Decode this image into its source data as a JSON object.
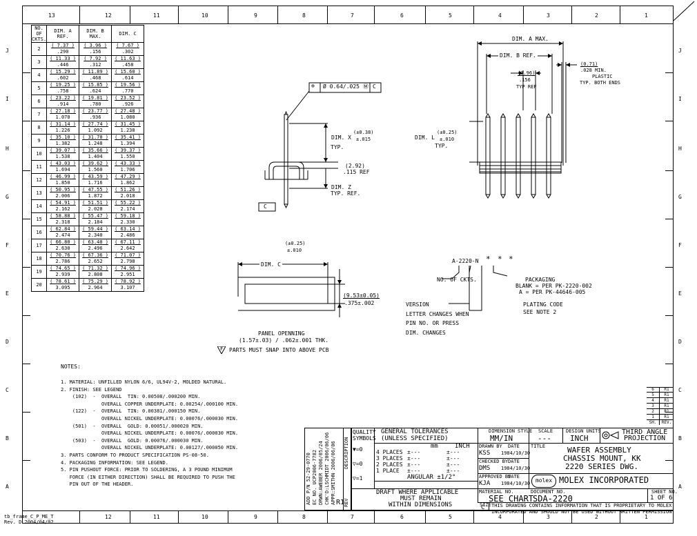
{
  "zones_top": [
    "13",
    "12",
    "11",
    "10",
    "9",
    "8",
    "7",
    "6",
    "5",
    "4",
    "3",
    "2",
    "1"
  ],
  "zones_bottom": [
    "12",
    "11",
    "10",
    "9",
    "8",
    "7",
    "6",
    "5",
    "4",
    "3",
    "2",
    "1"
  ],
  "zones_side": [
    "J",
    "I",
    "H",
    "G",
    "F",
    "E",
    "D",
    "C",
    "B",
    "A"
  ],
  "frame_id": [
    "tb_frame_C_P_ME_T",
    "Rev. D 2004/04/02"
  ],
  "table": {
    "headers": [
      "NO. OF CKTS.",
      "DIM. A REF.",
      "DIM. B MAX.",
      "DIM. C"
    ],
    "rows": [
      {
        "n": "2",
        "a": [
          "( 7.37 )",
          ".290"
        ],
        "b": [
          "( 3.96 )",
          ".156"
        ],
        "c": [
          "( 7.67 )",
          ".302"
        ]
      },
      {
        "n": "3",
        "a": [
          "( 11.33 )",
          ".446"
        ],
        "b": [
          "( 7.92 )",
          ".312"
        ],
        "c": [
          "( 11.63 )",
          ".458"
        ]
      },
      {
        "n": "4",
        "a": [
          "( 15.29 )",
          ".602"
        ],
        "b": [
          "( 11.89 )",
          ".468"
        ],
        "c": [
          "( 15.60 )",
          ".614"
        ]
      },
      {
        "n": "5",
        "a": [
          "( 19.25 )",
          ".758"
        ],
        "b": [
          "( 15.85 )",
          ".624"
        ],
        "c": [
          "( 19.56 )",
          ".770"
        ]
      },
      {
        "n": "6",
        "a": [
          "( 23.22 )",
          ".914"
        ],
        "b": [
          "( 19.81 )",
          ".780"
        ],
        "c": [
          "( 23.52 )",
          ".926"
        ]
      },
      {
        "n": "7",
        "a": [
          "( 27.18 )",
          "1.070"
        ],
        "b": [
          "( 23.77 )",
          ".936"
        ],
        "c": [
          "( 27.48 )",
          "1.080"
        ]
      },
      {
        "n": "8",
        "a": [
          "( 31.14 )",
          "1.226"
        ],
        "b": [
          "( 27.74 )",
          "1.092"
        ],
        "c": [
          "( 31.45 )",
          "1.238"
        ]
      },
      {
        "n": "9",
        "a": [
          "( 35.10 )",
          "1.382"
        ],
        "b": [
          "( 31.70 )",
          "1.248"
        ],
        "c": [
          "( 35.41 )",
          "1.394"
        ]
      },
      {
        "n": "10",
        "a": [
          "( 39.07 )",
          "1.538"
        ],
        "b": [
          "( 35.66 )",
          "1.404"
        ],
        "c": [
          "( 39.37 )",
          "1.550"
        ]
      },
      {
        "n": "11",
        "a": [
          "( 43.03 )",
          "1.694"
        ],
        "b": [
          "( 39.62 )",
          "1.560"
        ],
        "c": [
          "( 43.33 )",
          "1.706"
        ]
      },
      {
        "n": "12",
        "a": [
          "( 46.99 )",
          "1.850"
        ],
        "b": [
          "( 43.59 )",
          "1.716"
        ],
        "c": [
          "( 47.29 )",
          "1.862"
        ]
      },
      {
        "n": "13",
        "a": [
          "( 50.95 )",
          "2.006"
        ],
        "b": [
          "( 47.55 )",
          "1.872"
        ],
        "c": [
          "( 51.26 )",
          "2.018"
        ]
      },
      {
        "n": "14",
        "a": [
          "( 54.91 )",
          "2.162"
        ],
        "b": [
          "( 51.51 )",
          "2.028"
        ],
        "c": [
          "( 55.22 )",
          "2.174"
        ]
      },
      {
        "n": "15",
        "a": [
          "( 58.88 )",
          "2.318"
        ],
        "b": [
          "( 55.47 )",
          "2.184"
        ],
        "c": [
          "( 59.18 )",
          "2.330"
        ]
      },
      {
        "n": "16",
        "a": [
          "( 62.84 )",
          "2.474"
        ],
        "b": [
          "( 59.44 )",
          "2.340"
        ],
        "c": [
          "( 63.14 )",
          "2.486"
        ]
      },
      {
        "n": "17",
        "a": [
          "( 66.80 )",
          "2.630"
        ],
        "b": [
          "( 63.40 )",
          "2.496"
        ],
        "c": [
          "( 67.11 )",
          "2.642"
        ]
      },
      {
        "n": "18",
        "a": [
          "( 70.76 )",
          "2.786"
        ],
        "b": [
          "( 67.36 )",
          "2.652"
        ],
        "c": [
          "( 71.07 )",
          "2.798"
        ]
      },
      {
        "n": "19",
        "a": [
          "( 74.65 )",
          "2.939"
        ],
        "b": [
          "( 71.32 )",
          "2.808"
        ],
        "c": [
          "( 74.96 )",
          "2.951"
        ]
      },
      {
        "n": "20",
        "a": [
          "( 78.61 )",
          "3.095"
        ],
        "b": [
          "( 75.29 )",
          "2.964"
        ],
        "c": [
          "( 78.92 )",
          "3.107"
        ]
      }
    ]
  },
  "side_view": {
    "tolerance": "0.64/.025",
    "datum": "C",
    "dim_x": [
      "DIM. X",
      "(±0.38)",
      "±.015",
      "TYP."
    ],
    "ref_292": [
      "(2.92)",
      ".115 REF"
    ],
    "dim_z": [
      "DIM. Z",
      "TYP. REF."
    ]
  },
  "front_view": {
    "dim_a": "DIM. A MAX.",
    "dim_b": "DIM. B REF.",
    "ref_071": [
      "(0.71)",
      ".028 MIN.",
      "PLASTIC",
      "TYP. BOTH ENDS"
    ],
    "ref_396": [
      "(3.96)",
      ".156",
      "TYP REF"
    ],
    "dim_l": [
      "DIM. L",
      "(±0.25)",
      "±.010",
      "TYP."
    ]
  },
  "panel": {
    "dim_c": [
      "DIM. C",
      "(±0.25)",
      "±.010"
    ],
    "height": [
      "(9.53±0.05)",
      ".375±.002"
    ],
    "label": [
      "PANEL OPENNING",
      "(1.57±.03) / .062±.001 THK."
    ],
    "snap_note": "PARTS MUST SNAP INTO ABOVE PCB",
    "flag": "F"
  },
  "part_number": {
    "code": "A-2220-N",
    "stars": [
      "*",
      "*",
      "*"
    ],
    "ckts": "NO. OF CKTS.",
    "packaging": [
      "PACKAGING",
      "BLANK = PER PK-2220-002",
      "A = PER PK-44646-005"
    ],
    "version": [
      "VERSION",
      "LETTER CHANGES WHEN",
      "PIN NO. OR PRESS",
      "DIM. CHANGES"
    ],
    "plating": [
      "PLATING CODE",
      "SEE NOTE 2"
    ]
  },
  "notes": {
    "title": "NOTES:",
    "lines": [
      "1. MATERIAL: UNFILLED NYLON 6/6, UL94V-2, MOLDED NATURAL.",
      "2. FINISH: SEE LEGEND",
      "    (102)  -  OVERALL  TIN: 0.00508/.000200 MIN.",
      "              OVERALL COPPER UNDERPLATE: 0.00254/.000100 MIN.",
      "    (122)  -  OVERALL  TIN: 0.00381/.000150 MIN.",
      "              OVERALL NICKEL UNDERPLATE: 0.00076/.000030 MIN.",
      "    (501)  -  OVERALL  GOLD: 0.00051/.000020 MIN.",
      "              OVERALL NICKEL UNDERPLATE: 0.00076/.000030 MIN.",
      "    (503)  -  OVERALL  GOLD: 0.00076/.000030 MIN.",
      "              OVERALL NICKEL UNDERPLATE: 0.00127/.000050 MIN.",
      "3. PARTS CONFORM TO PRODUCT SPECIFICATION PS-08-50.",
      "4. PACKAGING INFORMATION: SEE LEGEND.",
      "5. PIN PUSHOUT FORCE: PRIOR TO SOLDERING, A 3 POUND MINIMUM",
      "   FORCE (IN EITHER DIRECTION) SHALL BE REQUIRED TO PUSH THE",
      "   PIN OUT OF THE HEADER."
    ]
  },
  "revisions": {
    "rows": [
      [
        "6",
        "R1"
      ],
      [
        "5",
        "R1"
      ],
      [
        "4",
        "R1"
      ],
      [
        "3",
        "R1"
      ],
      [
        "2",
        "R1"
      ],
      [
        "1",
        "R1"
      ]
    ],
    "head": [
      "SH.",
      "REV."
    ]
  },
  "rev_block": {
    "lines": [
      "ADD P/N 52-29-0770",
      "EC NO. UCP2006-7782",
      "DRWN:AWEBER  2006/05/24",
      "CHK'D:LSCHMIDT  2006/06/06",
      "APPR:SMITHN  2006/06/06"
    ],
    "rev": "R1",
    "side_labels": [
      "DESCRIPTION",
      "REV"
    ]
  },
  "title_block": {
    "quality": [
      "QUALITY",
      "SYMBOLS"
    ],
    "qsym": [
      "=0",
      "=0",
      "=1"
    ],
    "gt_title": [
      "GENERAL TOLERANCES",
      "(UNLESS SPECIFIED)"
    ],
    "gt_units": [
      "mm",
      "INCH"
    ],
    "gt_rows": [
      [
        "4 PLACES",
        "±---",
        "±---"
      ],
      [
        "3 PLACES",
        "±---",
        "±---"
      ],
      [
        "2 PLACES",
        "±---",
        "±---"
      ],
      [
        "1 PLACE",
        "±---",
        "±---"
      ]
    ],
    "angular": "ANGULAR ±1/2°",
    "draft": [
      "DRAFT WHERE APPLICABLE",
      "MUST REMAIN",
      "WITHIN DIMENSIONS"
    ],
    "dim_style_lbl": "DIMENSION STYLE",
    "dim_style": "MM/IN",
    "scale_lbl": "SCALE",
    "scale": "---",
    "design_units_lbl": "DESIGN UNITS",
    "design_units": "INCH",
    "projection": [
      "THIRD ANGLE",
      "PROJECTION"
    ],
    "drawn_by_lbl": "DRAWN BY",
    "drawn_by": "KSS",
    "checked_by_lbl": "CHECKED BY",
    "checked_by": "DMS",
    "approved_by_lbl": "APPROVED BY",
    "approved_by": "KJA",
    "date_lbl": "DATE",
    "dates": [
      "1984/10/30",
      "1984/10/30",
      "1984/10/30"
    ],
    "title_lbl": "TITLE",
    "title": [
      "WAFER ASSEMBLY",
      "CHASSIS MOUNT, KK",
      "2220 SERIES DWG."
    ],
    "logo": "molex",
    "company": "MOLEX INCORPORATED",
    "material_lbl": "MATERIAL NO.",
    "material": "SEE CHART",
    "document_lbl": "DOCUMENT NO.",
    "document": "SDA-2220",
    "sheet_lbl": "SHEET NO.",
    "sheet": "1 OF 6",
    "size_lbl": "SIZE",
    "size": "C",
    "proprietary": [
      "THIS DRAWING CONTAINS INFORMATION THAT IS PROPRIETARY TO MOLEX",
      "INCORPORATED AND SHOULD NOT BE USED WITHOUT WRITTEN PERMISSION"
    ]
  }
}
